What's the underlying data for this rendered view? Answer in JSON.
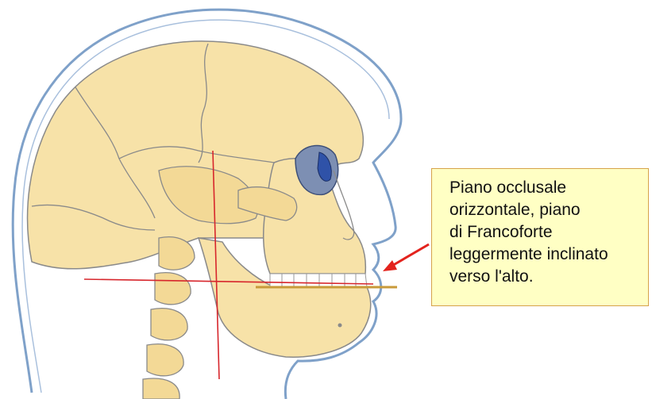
{
  "callout": {
    "lines": [
      "Piano occlusale",
      "orizzontale, piano",
      "di Francoforte",
      "leggermente inclinato",
      "verso l'alto."
    ]
  },
  "colors": {
    "bone_fill": "#f7e2a8",
    "bone_stroke": "#8a8a8a",
    "head_outline": "#7fa1c9",
    "reference_lines": "#d7262c",
    "occlusal_plane": "#c89a3a",
    "arrow": "#e3231d",
    "eye_fill": "#7d8fb3",
    "callout_background": "#ffffc4",
    "callout_border": "#d6a24a"
  },
  "icons": {
    "arrow": "arrow-left-down-icon"
  }
}
